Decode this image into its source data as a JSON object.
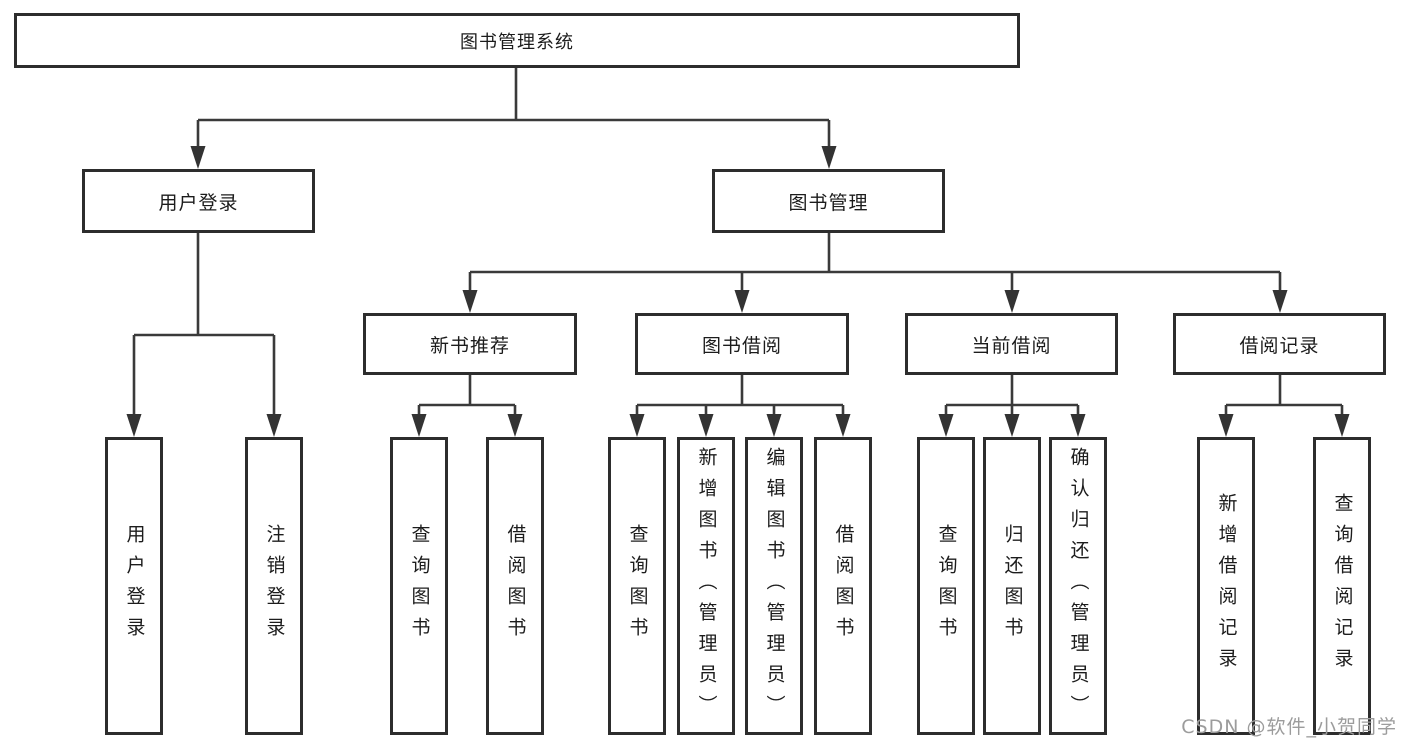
{
  "diagram": {
    "root": {
      "label": "图书管理系统"
    },
    "user_login": {
      "label": "用户登录",
      "children": {
        "login": {
          "label": "用户登录"
        },
        "logout": {
          "label": "注销登录"
        }
      }
    },
    "book_mgmt": {
      "label": "图书管理",
      "sections": {
        "new_book": {
          "label": "新书推荐",
          "children": {
            "query": {
              "label": "查询图书"
            },
            "borrow": {
              "label": "借阅图书"
            }
          }
        },
        "borrowing": {
          "label": "图书借阅",
          "children": {
            "query": {
              "label": "查询图书"
            },
            "add": {
              "label": "新增图书（管理员）"
            },
            "edit": {
              "label": "编辑图书（管理员）"
            },
            "borrow": {
              "label": "借阅图书"
            }
          }
        },
        "current": {
          "label": "当前借阅",
          "children": {
            "query": {
              "label": "查询图书"
            },
            "return": {
              "label": "归还图书"
            },
            "confirm": {
              "label": "确认归还（管理员）"
            }
          }
        },
        "records": {
          "label": "借阅记录",
          "children": {
            "add": {
              "label": "新增借阅记录"
            },
            "query": {
              "label": "查询借阅记录"
            }
          }
        }
      }
    }
  },
  "watermark": {
    "text": "CSDN @软件_小贺同学"
  },
  "colors": {
    "background": "#ffffff",
    "line": "#3a3a3a",
    "box_border": "#2d2d2d",
    "text": "#1c1c1c",
    "watermark": "#9c9c9c"
  }
}
